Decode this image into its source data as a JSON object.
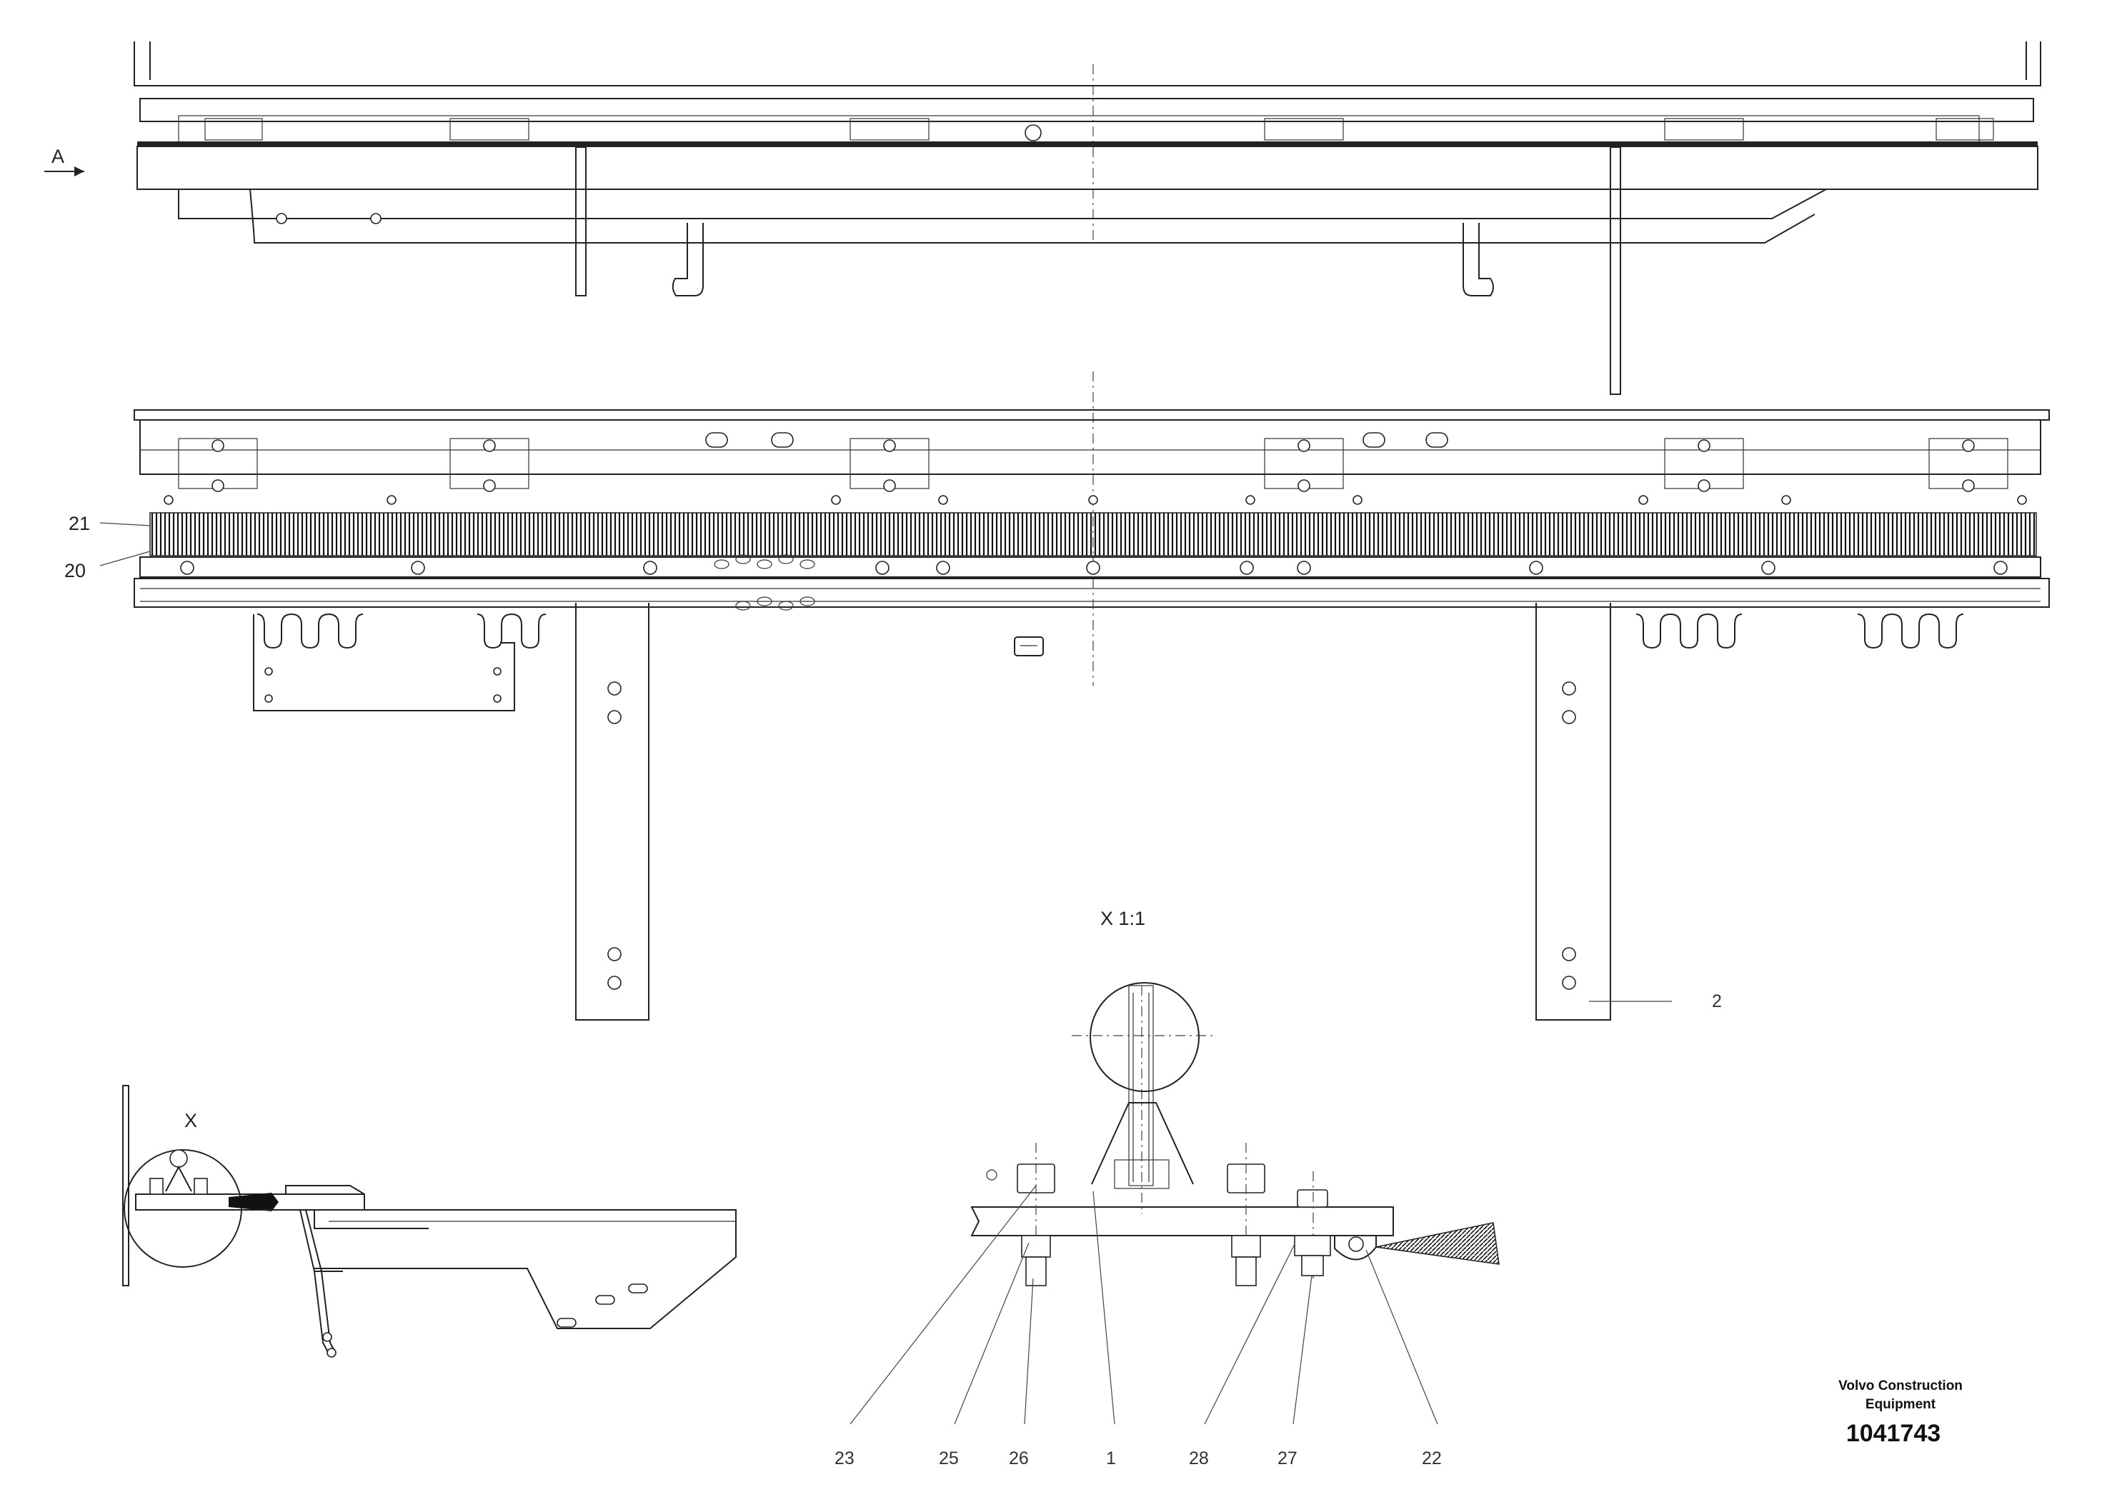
{
  "view_arrow": {
    "label": "A"
  },
  "section": {
    "detail_title": "X 1:1",
    "detail_marker": "X"
  },
  "callouts": {
    "c21": "21",
    "c20": "20",
    "c2": "2",
    "c23": "23",
    "c25": "25",
    "c26": "26",
    "c1": "1",
    "c28": "28",
    "c27": "27",
    "c22": "22"
  },
  "title_block": {
    "company_line1": "Volvo Construction",
    "company_line2": "Equipment",
    "doc_number": "1041743"
  }
}
